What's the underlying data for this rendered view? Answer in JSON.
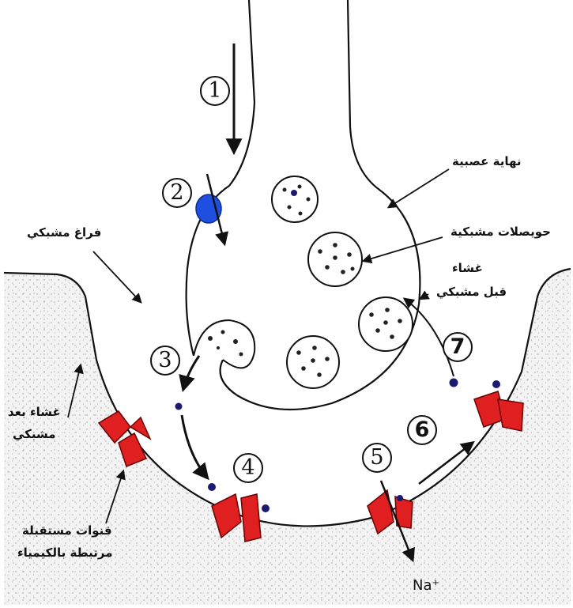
{
  "diagram": {
    "labels": {
      "nerve_ending": "نهاية عصبية",
      "synaptic_vesicles": "حويصلات مشبكية",
      "presynaptic_membrane_1": "غشاء",
      "presynaptic_membrane_2": "قبل مشبكي",
      "synaptic_cleft": "فراغ مشبكي",
      "postsynaptic_membrane_1": "غشاء بعد",
      "postsynaptic_membrane_2": "مشبكي",
      "ligand_channels_1": "قنوات مستقبلة",
      "ligand_channels_2": "مرتبطة بالكيمياء",
      "sodium_ion": "Na⁺"
    },
    "steps": [
      "1",
      "2",
      "3",
      "4",
      "5",
      "6",
      "7"
    ],
    "colors": {
      "outline": "#111111",
      "calcium_channel": "#1f4fe0",
      "neurotransmitter": "#1c1a70",
      "receptor": "#e02020",
      "tissue": "#efefef"
    }
  }
}
